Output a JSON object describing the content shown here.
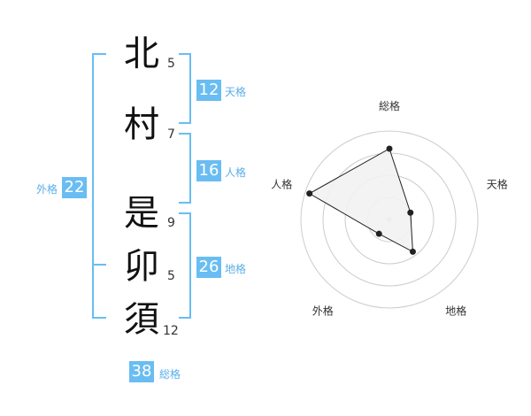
{
  "name": {
    "characters": [
      "北",
      "村",
      "是",
      "卯",
      "須"
    ],
    "strokes": [
      "5",
      "7",
      "9",
      "5",
      "12"
    ]
  },
  "kakusu": {
    "tenkaku": {
      "value": "12",
      "label": "天格"
    },
    "jinkaku": {
      "value": "16",
      "label": "人格"
    },
    "chikaku": {
      "value": "26",
      "label": "地格"
    },
    "gaikaku": {
      "value": "22",
      "label": "外格"
    },
    "soukaku": {
      "value": "38",
      "label": "総格"
    }
  },
  "colors": {
    "accent": "#69bdf2",
    "accent_text": "#5aaee8",
    "radar_fill": "#f2f2f2",
    "radar_grid": "#cccccc",
    "radar_line": "#222222"
  },
  "chart_data": {
    "type": "radar",
    "axes": [
      "総格",
      "天格",
      "地格",
      "外格",
      "人格"
    ],
    "values": [
      0.8,
      0.25,
      0.45,
      0.2,
      0.95
    ],
    "range": [
      0,
      1
    ],
    "rings": 4
  }
}
